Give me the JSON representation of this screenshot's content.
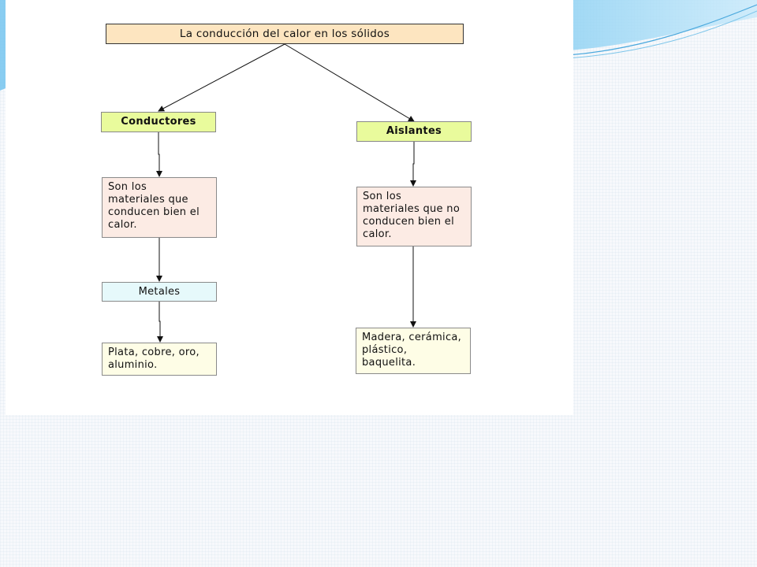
{
  "diagram": {
    "title": "La conducción del calor en los sólidos",
    "left": {
      "heading": "Conductores",
      "description": "Son los\nmateriales que\nconducen bien el\ncalor.",
      "category": "Metales",
      "examples": "Plata, cobre, oro,\naluminio."
    },
    "right": {
      "heading": "Aislantes",
      "description": "Son los\nmateriales que no\nconducen bien  el\ncalor.",
      "examples": "Madera, cerámica,\nplástico,\nbaquelita."
    }
  },
  "colors": {
    "title_fill": "#fde5c0",
    "heading_fill": "#e9fb9c",
    "description_fill": "#fcebe4",
    "category_fill": "#e6f9fb",
    "examples_fill": "#fefde6",
    "decoration_blue": "#8fd0f0"
  }
}
